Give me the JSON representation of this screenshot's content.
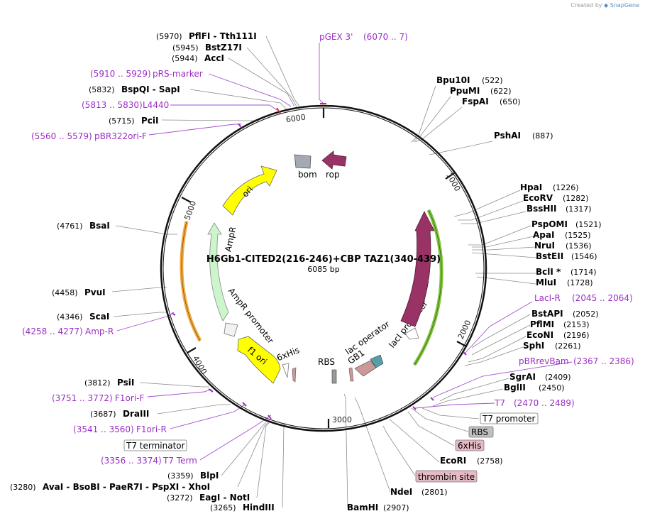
{
  "watermark": {
    "prefix": "Created by",
    "brand": "SnapGene"
  },
  "plasmid": {
    "name": "H6Gb1-CITED2(216-246)+CBP TAZ1(340-439)",
    "length": "6085 bp"
  },
  "ticks": [
    "1000",
    "2000",
    "3000",
    "4000",
    "5000",
    "6000"
  ],
  "features": {
    "bom": "bom",
    "rop": "rop",
    "ori": "ori",
    "AmpR": "AmpR",
    "AmpR_promoter": "AmpR promoter",
    "f1_ori": "f1 ori",
    "sixHis": "6xHis",
    "RBS": "RBS",
    "GB1": "GB1",
    "lac_operator": "lac operator",
    "lacI_promoter": "lacI promoter",
    "lacI": "lacI"
  },
  "sites_left": [
    {
      "pos": "(5970)",
      "name": "PflFI  -  Tth111I"
    },
    {
      "pos": "(5945)",
      "name": "BstZ17I"
    },
    {
      "pos": "(5944)",
      "name": "AccI"
    },
    {
      "pos": "(5832)",
      "name": "BspQI  -  SapI"
    },
    {
      "pos": "(5715)",
      "name": "PciI"
    },
    {
      "pos": "(4761)",
      "name": "BsaI"
    },
    {
      "pos": "(4458)",
      "name": "PvuI"
    },
    {
      "pos": "(4346)",
      "name": "ScaI"
    },
    {
      "pos": "(3812)",
      "name": "PsiI"
    },
    {
      "pos": "(3687)",
      "name": "DraIII"
    },
    {
      "pos": "(3359)",
      "name": "BlpI"
    },
    {
      "pos": "(3280)",
      "name": "AvaI  -  BsoBI  -  PaeR7I  -  PspXI  -  XhoI"
    },
    {
      "pos": "(3272)",
      "name": "EagI  -  NotI"
    },
    {
      "pos": "(3265)",
      "name": "HindIII"
    }
  ],
  "primers_left": [
    {
      "range": "(5910 .. 5929)",
      "name": "pRS-marker"
    },
    {
      "range": "(5813 .. 5830)",
      "name": "L4440"
    },
    {
      "range": "(5560 .. 5579)",
      "name": "pBR322ori-F"
    },
    {
      "range": "(4258 .. 4277)",
      "name": "Amp-R"
    },
    {
      "range": "(3751 .. 3772)",
      "name": "F1ori-F"
    },
    {
      "range": "(3541 .. 3560)",
      "name": "F1ori-R"
    },
    {
      "range": "(3356 .. 3374)",
      "name": "T7 Term"
    }
  ],
  "primer_top": {
    "name": "pGEX 3'",
    "range": "(6070 .. 7)"
  },
  "sites_right": [
    {
      "name": "Bpu10I",
      "pos": "(522)"
    },
    {
      "name": "PpuMI",
      "pos": "(622)"
    },
    {
      "name": "FspAI",
      "pos": "(650)"
    },
    {
      "name": "PshAI",
      "pos": "(887)"
    },
    {
      "name": "HpaI",
      "pos": "(1226)"
    },
    {
      "name": "EcoRV",
      "pos": "(1282)"
    },
    {
      "name": "BssHII",
      "pos": "(1317)"
    },
    {
      "name": "PspOMI",
      "pos": "(1521)"
    },
    {
      "name": "ApaI",
      "pos": "(1525)"
    },
    {
      "name": "NruI",
      "pos": "(1536)"
    },
    {
      "name": "BstEII",
      "pos": "(1546)"
    },
    {
      "name": "BclI *",
      "pos": "(1714)"
    },
    {
      "name": "MluI",
      "pos": "(1728)"
    },
    {
      "name": "BstAPI",
      "pos": "(2052)"
    },
    {
      "name": "PflMI",
      "pos": "(2153)"
    },
    {
      "name": "EcoNI",
      "pos": "(2196)"
    },
    {
      "name": "SphI",
      "pos": "(2261)"
    },
    {
      "name": "SgrAI",
      "pos": "(2409)"
    },
    {
      "name": "BglII",
      "pos": "(2450)"
    },
    {
      "name": "EcoRI",
      "pos": "(2758)"
    },
    {
      "name": "NdeI",
      "pos": "(2801)"
    },
    {
      "name": "BamHI",
      "pos": "(2907)"
    }
  ],
  "primers_right": [
    {
      "name": "LacI-R",
      "range": "(2045 .. 2064)"
    },
    {
      "name": "pBRrevBam",
      "range": "(2367 .. 2386)"
    },
    {
      "name": "T7",
      "range": "(2470 .. 2489)"
    }
  ],
  "boxed_labels": {
    "t7_promoter": "T7 promoter",
    "rbs": "RBS",
    "sixhis": "6xHis",
    "thrombin": "thrombin site",
    "t7_terminator": "T7 terminator"
  },
  "colors": {
    "primer": "#9a2fc4",
    "ori": "#ffff00",
    "ampr": "#ccf5cc",
    "lacI": "#993366",
    "f1ori": "#ffff00",
    "rop": "#993366",
    "bom": "#a5a9b2",
    "lacI_track": "#7fc23a",
    "ampr_track": "#f2a93b"
  }
}
